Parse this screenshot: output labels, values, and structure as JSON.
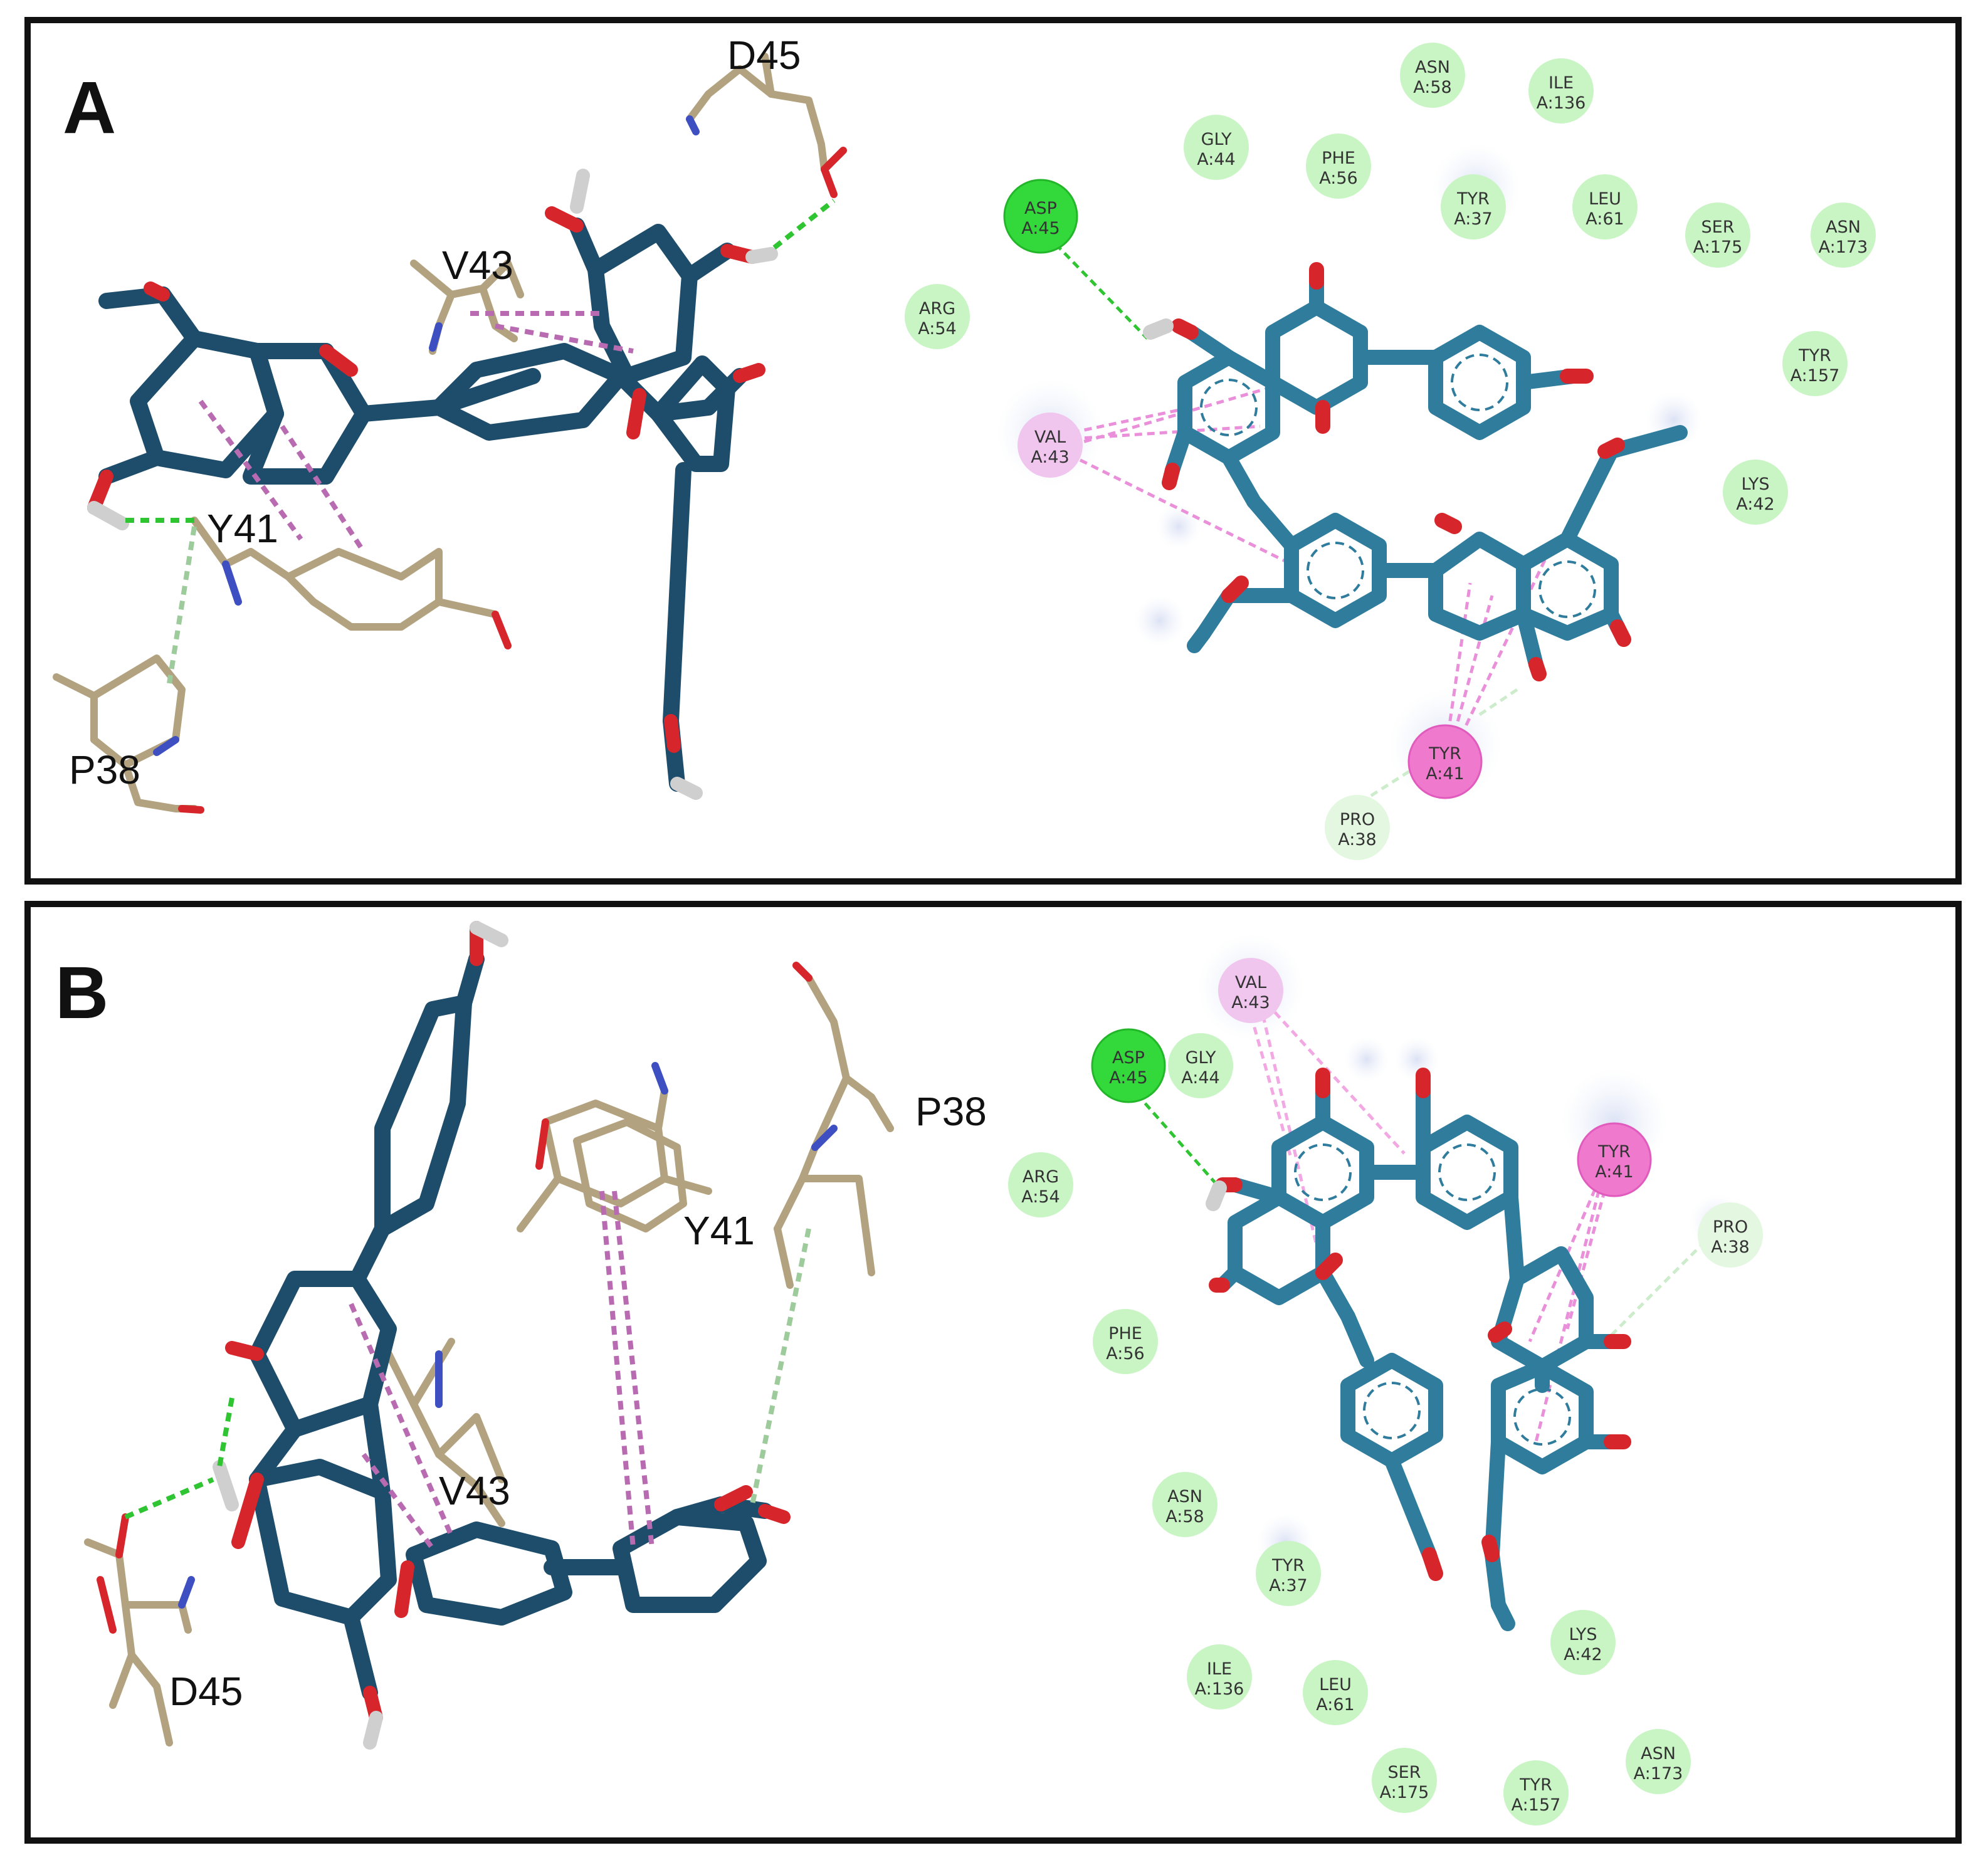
{
  "panels": [
    {
      "letter": "A",
      "labels3d": [
        "D45",
        "V43",
        "Y41",
        "P38"
      ],
      "residues": [
        {
          "name": "ASN",
          "id": "A:58",
          "kind": "vdw"
        },
        {
          "name": "ILE",
          "id": "A:136",
          "kind": "vdw"
        },
        {
          "name": "GLY",
          "id": "A:44",
          "kind": "vdw"
        },
        {
          "name": "PHE",
          "id": "A:56",
          "kind": "vdw"
        },
        {
          "name": "TYR",
          "id": "A:37",
          "kind": "vdw"
        },
        {
          "name": "LEU",
          "id": "A:61",
          "kind": "vdw"
        },
        {
          "name": "SER",
          "id": "A:175",
          "kind": "vdw"
        },
        {
          "name": "ASN",
          "id": "A:173",
          "kind": "vdw"
        },
        {
          "name": "ASP",
          "id": "A:45",
          "kind": "hbond"
        },
        {
          "name": "ARG",
          "id": "A:54",
          "kind": "vdw"
        },
        {
          "name": "TYR",
          "id": "A:157",
          "kind": "vdw"
        },
        {
          "name": "VAL",
          "id": "A:43",
          "kind": "pi-alkyl"
        },
        {
          "name": "LYS",
          "id": "A:42",
          "kind": "vdw"
        },
        {
          "name": "TYR",
          "id": "A:41",
          "kind": "pi-pi"
        },
        {
          "name": "PRO",
          "id": "A:38",
          "kind": "carbon-hbond"
        }
      ]
    },
    {
      "letter": "B",
      "labels3d": [
        "P38",
        "Y41",
        "V43",
        "D45"
      ],
      "residues": [
        {
          "name": "VAL",
          "id": "A:43",
          "kind": "pi-alkyl"
        },
        {
          "name": "ASP",
          "id": "A:45",
          "kind": "hbond"
        },
        {
          "name": "GLY",
          "id": "A:44",
          "kind": "vdw"
        },
        {
          "name": "TYR",
          "id": "A:41",
          "kind": "pi-pi"
        },
        {
          "name": "ARG",
          "id": "A:54",
          "kind": "vdw"
        },
        {
          "name": "PRO",
          "id": "A:38",
          "kind": "carbon-hbond"
        },
        {
          "name": "PHE",
          "id": "A:56",
          "kind": "vdw"
        },
        {
          "name": "ASN",
          "id": "A:58",
          "kind": "vdw"
        },
        {
          "name": "TYR",
          "id": "A:37",
          "kind": "vdw"
        },
        {
          "name": "LYS",
          "id": "A:42",
          "kind": "vdw"
        },
        {
          "name": "ILE",
          "id": "A:136",
          "kind": "vdw"
        },
        {
          "name": "LEU",
          "id": "A:61",
          "kind": "vdw"
        },
        {
          "name": "ASN",
          "id": "A:173",
          "kind": "vdw"
        },
        {
          "name": "SER",
          "id": "A:175",
          "kind": "vdw"
        },
        {
          "name": "TYR",
          "id": "A:157",
          "kind": "vdw"
        }
      ]
    }
  ],
  "colors": {
    "ligand": "#2f7c9d",
    "ligand3d": "#1d4d6b",
    "oxygen": "#d7262b",
    "hydrogen": "#cfcfcf",
    "protein": "#b2a27f",
    "nitrogen": "#3d4fc1",
    "vdw": "#c9f5c5",
    "hbond": "#33d93b",
    "carbon_hbond": "#e4f7e1",
    "pi_alkyl": "#f0c6ef",
    "pi_pi": "#ef79cd",
    "hbond_line": "#2fc431",
    "pi_line": "#ea8fd9"
  }
}
